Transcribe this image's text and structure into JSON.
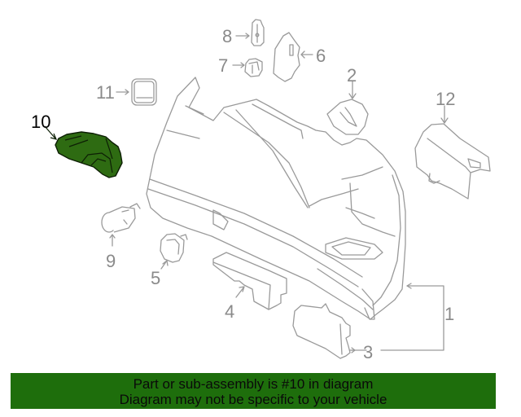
{
  "diagram": {
    "highlighted_part": "10",
    "highlight_color": "#2e6b12",
    "line_color": "#9a9a9a",
    "callouts": [
      {
        "number": "1",
        "label": "1"
      },
      {
        "number": "2",
        "label": "2"
      },
      {
        "number": "3",
        "label": "3"
      },
      {
        "number": "4",
        "label": "4"
      },
      {
        "number": "5",
        "label": "5"
      },
      {
        "number": "6",
        "label": "6"
      },
      {
        "number": "7",
        "label": "7"
      },
      {
        "number": "8",
        "label": "8"
      },
      {
        "number": "9",
        "label": "9"
      },
      {
        "number": "10",
        "label": "10"
      },
      {
        "number": "11",
        "label": "11"
      },
      {
        "number": "12",
        "label": "12"
      }
    ]
  },
  "banner": {
    "line1": "Part or sub-assembly is #10 in diagram",
    "line2": "Diagram may not be specific to your vehicle",
    "background": "#1e6e0c"
  }
}
